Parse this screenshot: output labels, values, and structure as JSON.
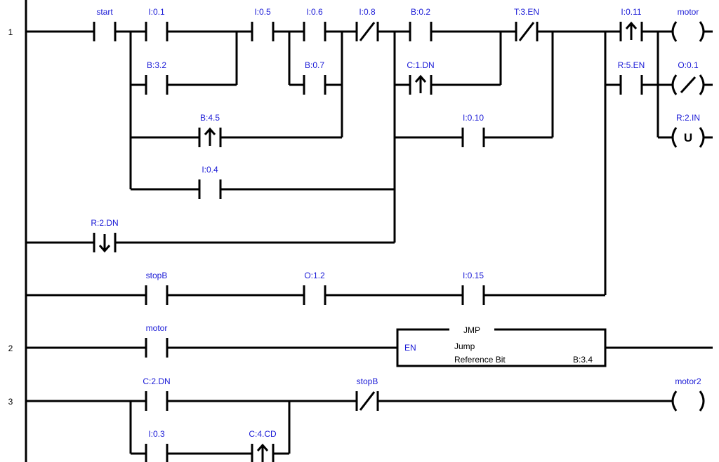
{
  "rungs": [
    {
      "number": "1"
    },
    {
      "number": "2"
    },
    {
      "number": "3"
    }
  ],
  "contacts": [
    {
      "id": "start",
      "label": "start",
      "type": "NO"
    },
    {
      "id": "i01",
      "label": "I:0.1",
      "type": "NO"
    },
    {
      "id": "b32",
      "label": "B:3.2",
      "type": "NO"
    },
    {
      "id": "b45",
      "label": "B:4.5",
      "type": "rising"
    },
    {
      "id": "i04",
      "label": "I:0.4",
      "type": "NO"
    },
    {
      "id": "i05",
      "label": "I:0.5",
      "type": "NO"
    },
    {
      "id": "i06",
      "label": "I:0.6",
      "type": "NO"
    },
    {
      "id": "b07",
      "label": "B:0.7",
      "type": "NO"
    },
    {
      "id": "i08",
      "label": "I:0.8",
      "type": "NC"
    },
    {
      "id": "b02",
      "label": "B:0.2",
      "type": "NO"
    },
    {
      "id": "c1dn",
      "label": "C:1.DN",
      "type": "rising"
    },
    {
      "id": "i010",
      "label": "I:0.10",
      "type": "NO"
    },
    {
      "id": "t3en",
      "label": "T:3.EN",
      "type": "NC"
    },
    {
      "id": "i011",
      "label": "I:0.11",
      "type": "rising"
    },
    {
      "id": "r5en",
      "label": "R:5.EN",
      "type": "NO"
    },
    {
      "id": "r2dn",
      "label": "R:2.DN",
      "type": "falling"
    },
    {
      "id": "stopb1",
      "label": "stopB",
      "type": "NO"
    },
    {
      "id": "o12",
      "label": "O:1.2",
      "type": "NO"
    },
    {
      "id": "i015",
      "label": "I:0.15",
      "type": "NO"
    },
    {
      "id": "motor_in",
      "label": "motor",
      "type": "NO"
    },
    {
      "id": "c2dn",
      "label": "C:2.DN",
      "type": "NO"
    },
    {
      "id": "i03",
      "label": "I:0.3",
      "type": "NO"
    },
    {
      "id": "c4cd",
      "label": "C:4.CD",
      "type": "rising"
    },
    {
      "id": "stopb3",
      "label": "stopB",
      "type": "NC"
    }
  ],
  "coils": [
    {
      "id": "motor",
      "label": "motor",
      "type": "OTE"
    },
    {
      "id": "o01",
      "label": "O:0.1",
      "type": "negated"
    },
    {
      "id": "r2in",
      "label": "R:2.IN",
      "type": "unlatch",
      "letter": "U"
    },
    {
      "id": "motor2",
      "label": "motor2",
      "type": "OTE"
    }
  ],
  "jmp_block": {
    "title": "JMP",
    "en_label": "EN",
    "description": "Jump",
    "param_name": "Reference Bit",
    "param_value": "B:3.4"
  }
}
